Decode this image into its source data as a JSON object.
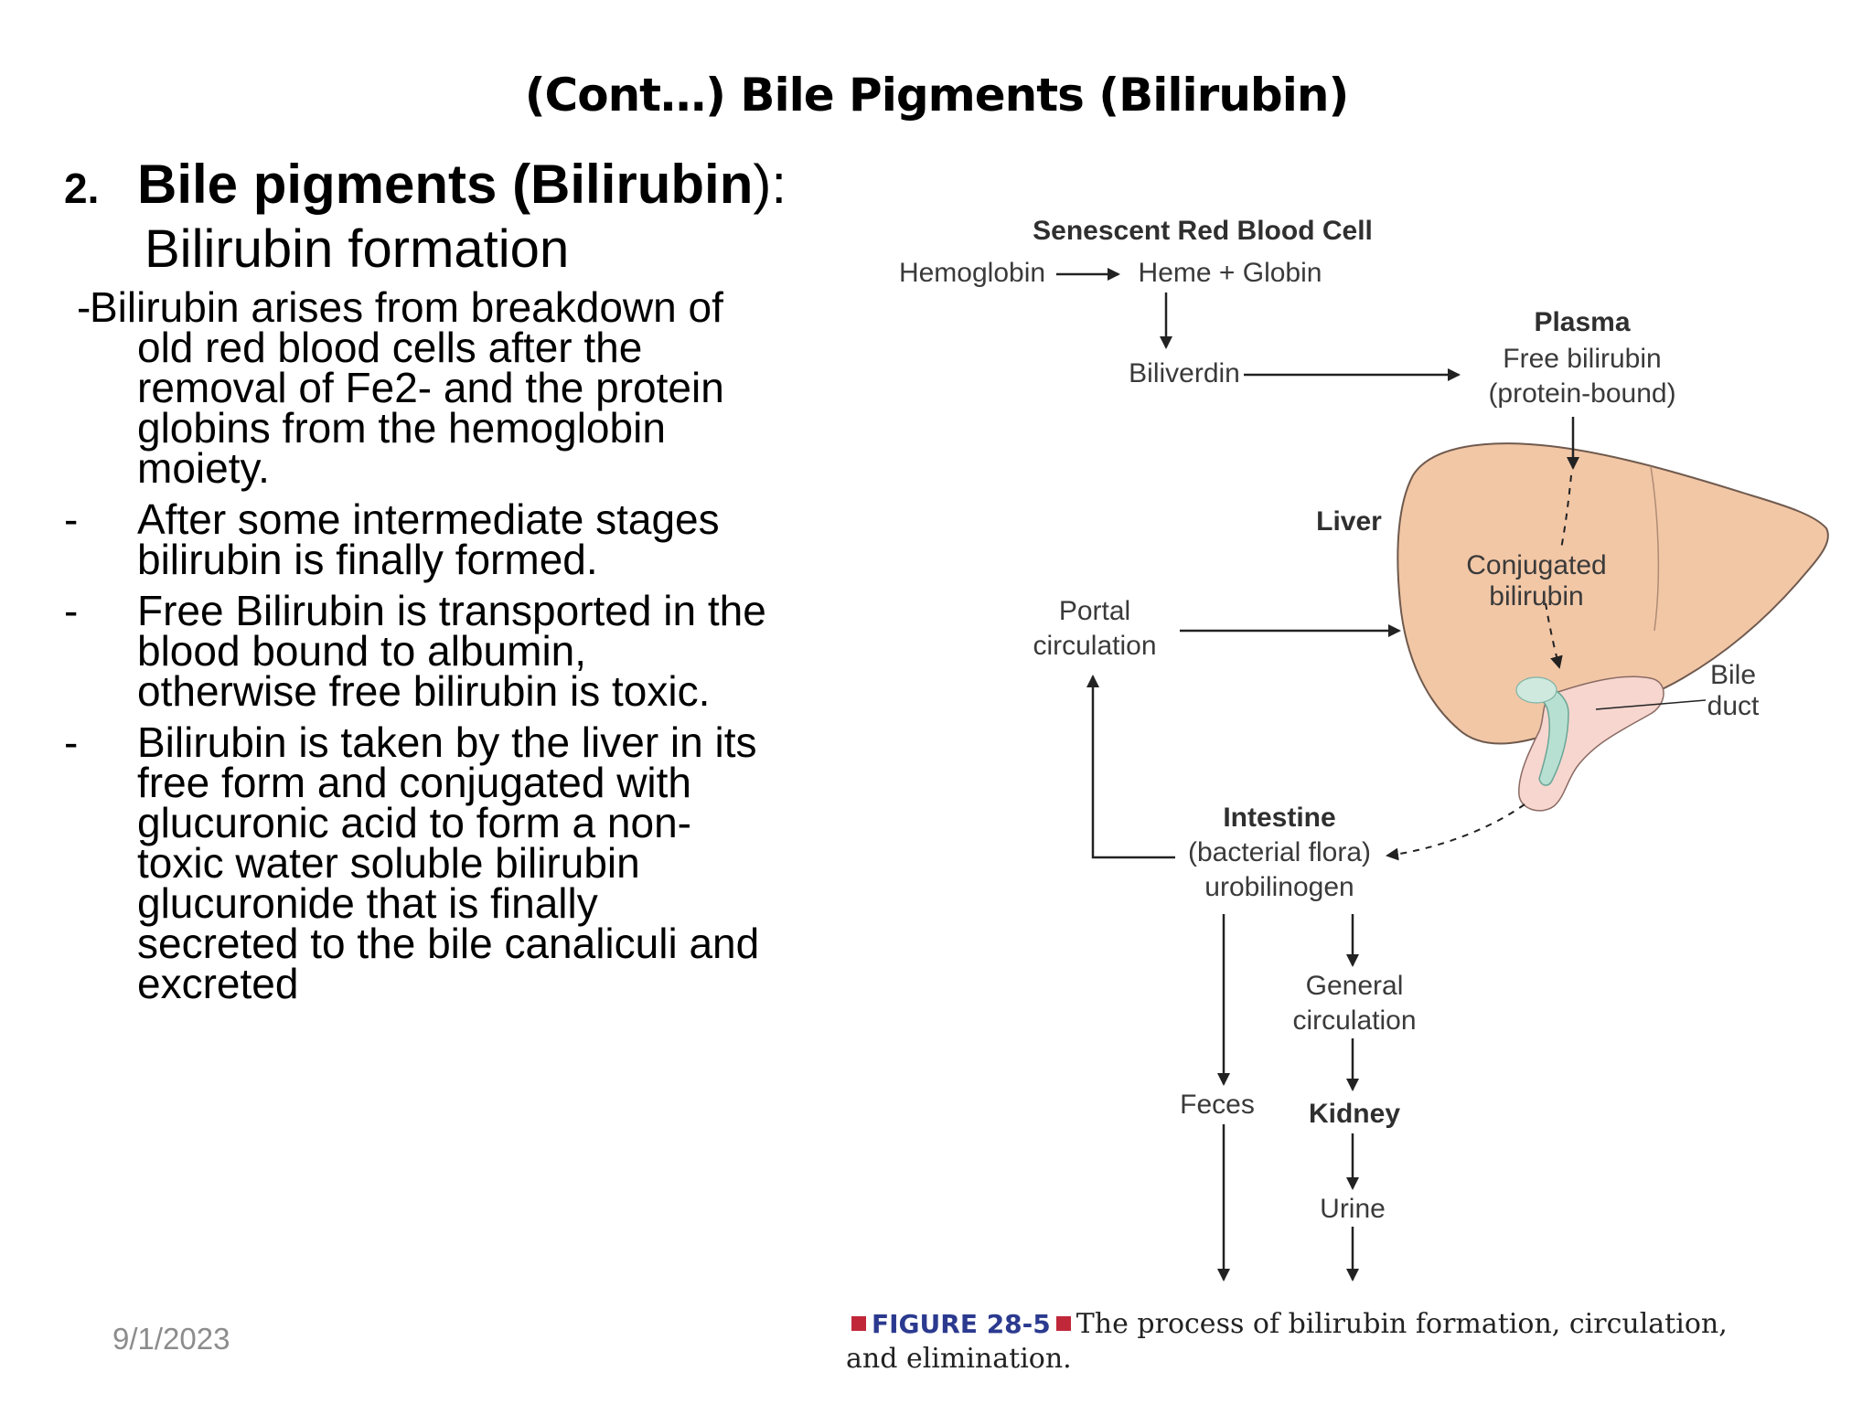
{
  "slide": {
    "title": "(Cont…) Bile Pigments (Bilirubin)",
    "date": "9/1/2023"
  },
  "section": {
    "number": "2.",
    "heading_bold": "Bile pigments (Bilirubin",
    "heading_tail": "):",
    "subheading": "Bilirubin formation"
  },
  "bullets": [
    {
      "dash": "-",
      "lines": [
        "Bilirubin arises from breakdown of",
        "old red blood cells after the",
        "removal of Fe2- and the protein",
        "globins from the hemoglobin",
        "moiety."
      ]
    },
    {
      "dash": "-",
      "lines": [
        "After some intermediate stages",
        "bilirubin is finally formed."
      ]
    },
    {
      "dash": "-",
      "lines": [
        "Free Bilirubin is transported in the",
        "blood bound to albumin,",
        "otherwise free bilirubin is toxic."
      ]
    },
    {
      "dash": "-",
      "lines": [
        "Bilirubin is taken by the liver in its",
        "free form and conjugated with",
        "glucuronic acid to form a non-",
        "toxic water soluble bilirubin",
        "glucuronide that is finally",
        "secreted to the bile canaliculi and",
        "excreted"
      ]
    }
  ],
  "figure": {
    "senescent": "Senescent Red Blood Cell",
    "hemoglobin": "Hemoglobin",
    "heme_globin": "Heme + Globin",
    "biliverdin": "Biliverdin",
    "plasma": "Plasma",
    "free_bilirubin": "Free bilirubin",
    "protein_bound": "(protein-bound)",
    "liver": "Liver",
    "conjugated_1": "Conjugated",
    "conjugated_2": "bilirubin",
    "portal_1": "Portal",
    "portal_2": "circulation",
    "bile_1": "Bile",
    "bile_2": "duct",
    "intestine": "Intestine",
    "bacterial": "(bacterial flora)",
    "urobilinogen": "urobilinogen",
    "general_1": "General",
    "general_2": "circulation",
    "feces": "Feces",
    "kidney": "Kidney",
    "urine": "Urine",
    "caption_fig": "FIGURE 28-5",
    "caption_text": "The process of bilirubin formation, circulation,",
    "caption_text2": "and elimination.",
    "colors": {
      "liver_fill": "#f2c7a6",
      "liver_stroke": "#6f5a4e",
      "duct_fill": "#b8e0d2",
      "intestine_fill": "#f6d6cf",
      "caption_fig": "#2b3a8f",
      "caption_square": "#c0283a"
    }
  }
}
